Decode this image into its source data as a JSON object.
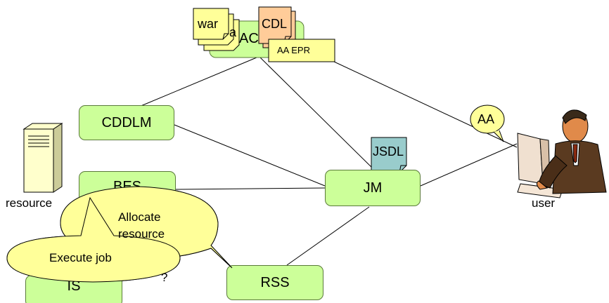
{
  "nodes": {
    "ac": "AC",
    "cddlm": "CDDLM",
    "bes": "BES",
    "jm": "JM",
    "rss": "RSS",
    "is": "IS"
  },
  "documents": {
    "war": "war",
    "a": "a",
    "cdl": "CDL",
    "aa_epr": "AA EPR",
    "jsdl": "JSDL",
    "aa": "AA"
  },
  "labels": {
    "resource": "resource",
    "user": "user",
    "question": "?"
  },
  "bubbles": {
    "allocate_line1": "Allocate",
    "allocate_line2": "resource",
    "execute": "Execute job"
  },
  "colors": {
    "node_fill": "#ccff99",
    "war_doc_fill": "#ffff99",
    "cdl_doc_fill": "#ffcc99",
    "jsdl_doc_fill": "#99cccc",
    "bubble_fill": "#ffff99"
  },
  "icons": {
    "server": "server-tower-icon",
    "user": "person-at-computer-icon"
  }
}
